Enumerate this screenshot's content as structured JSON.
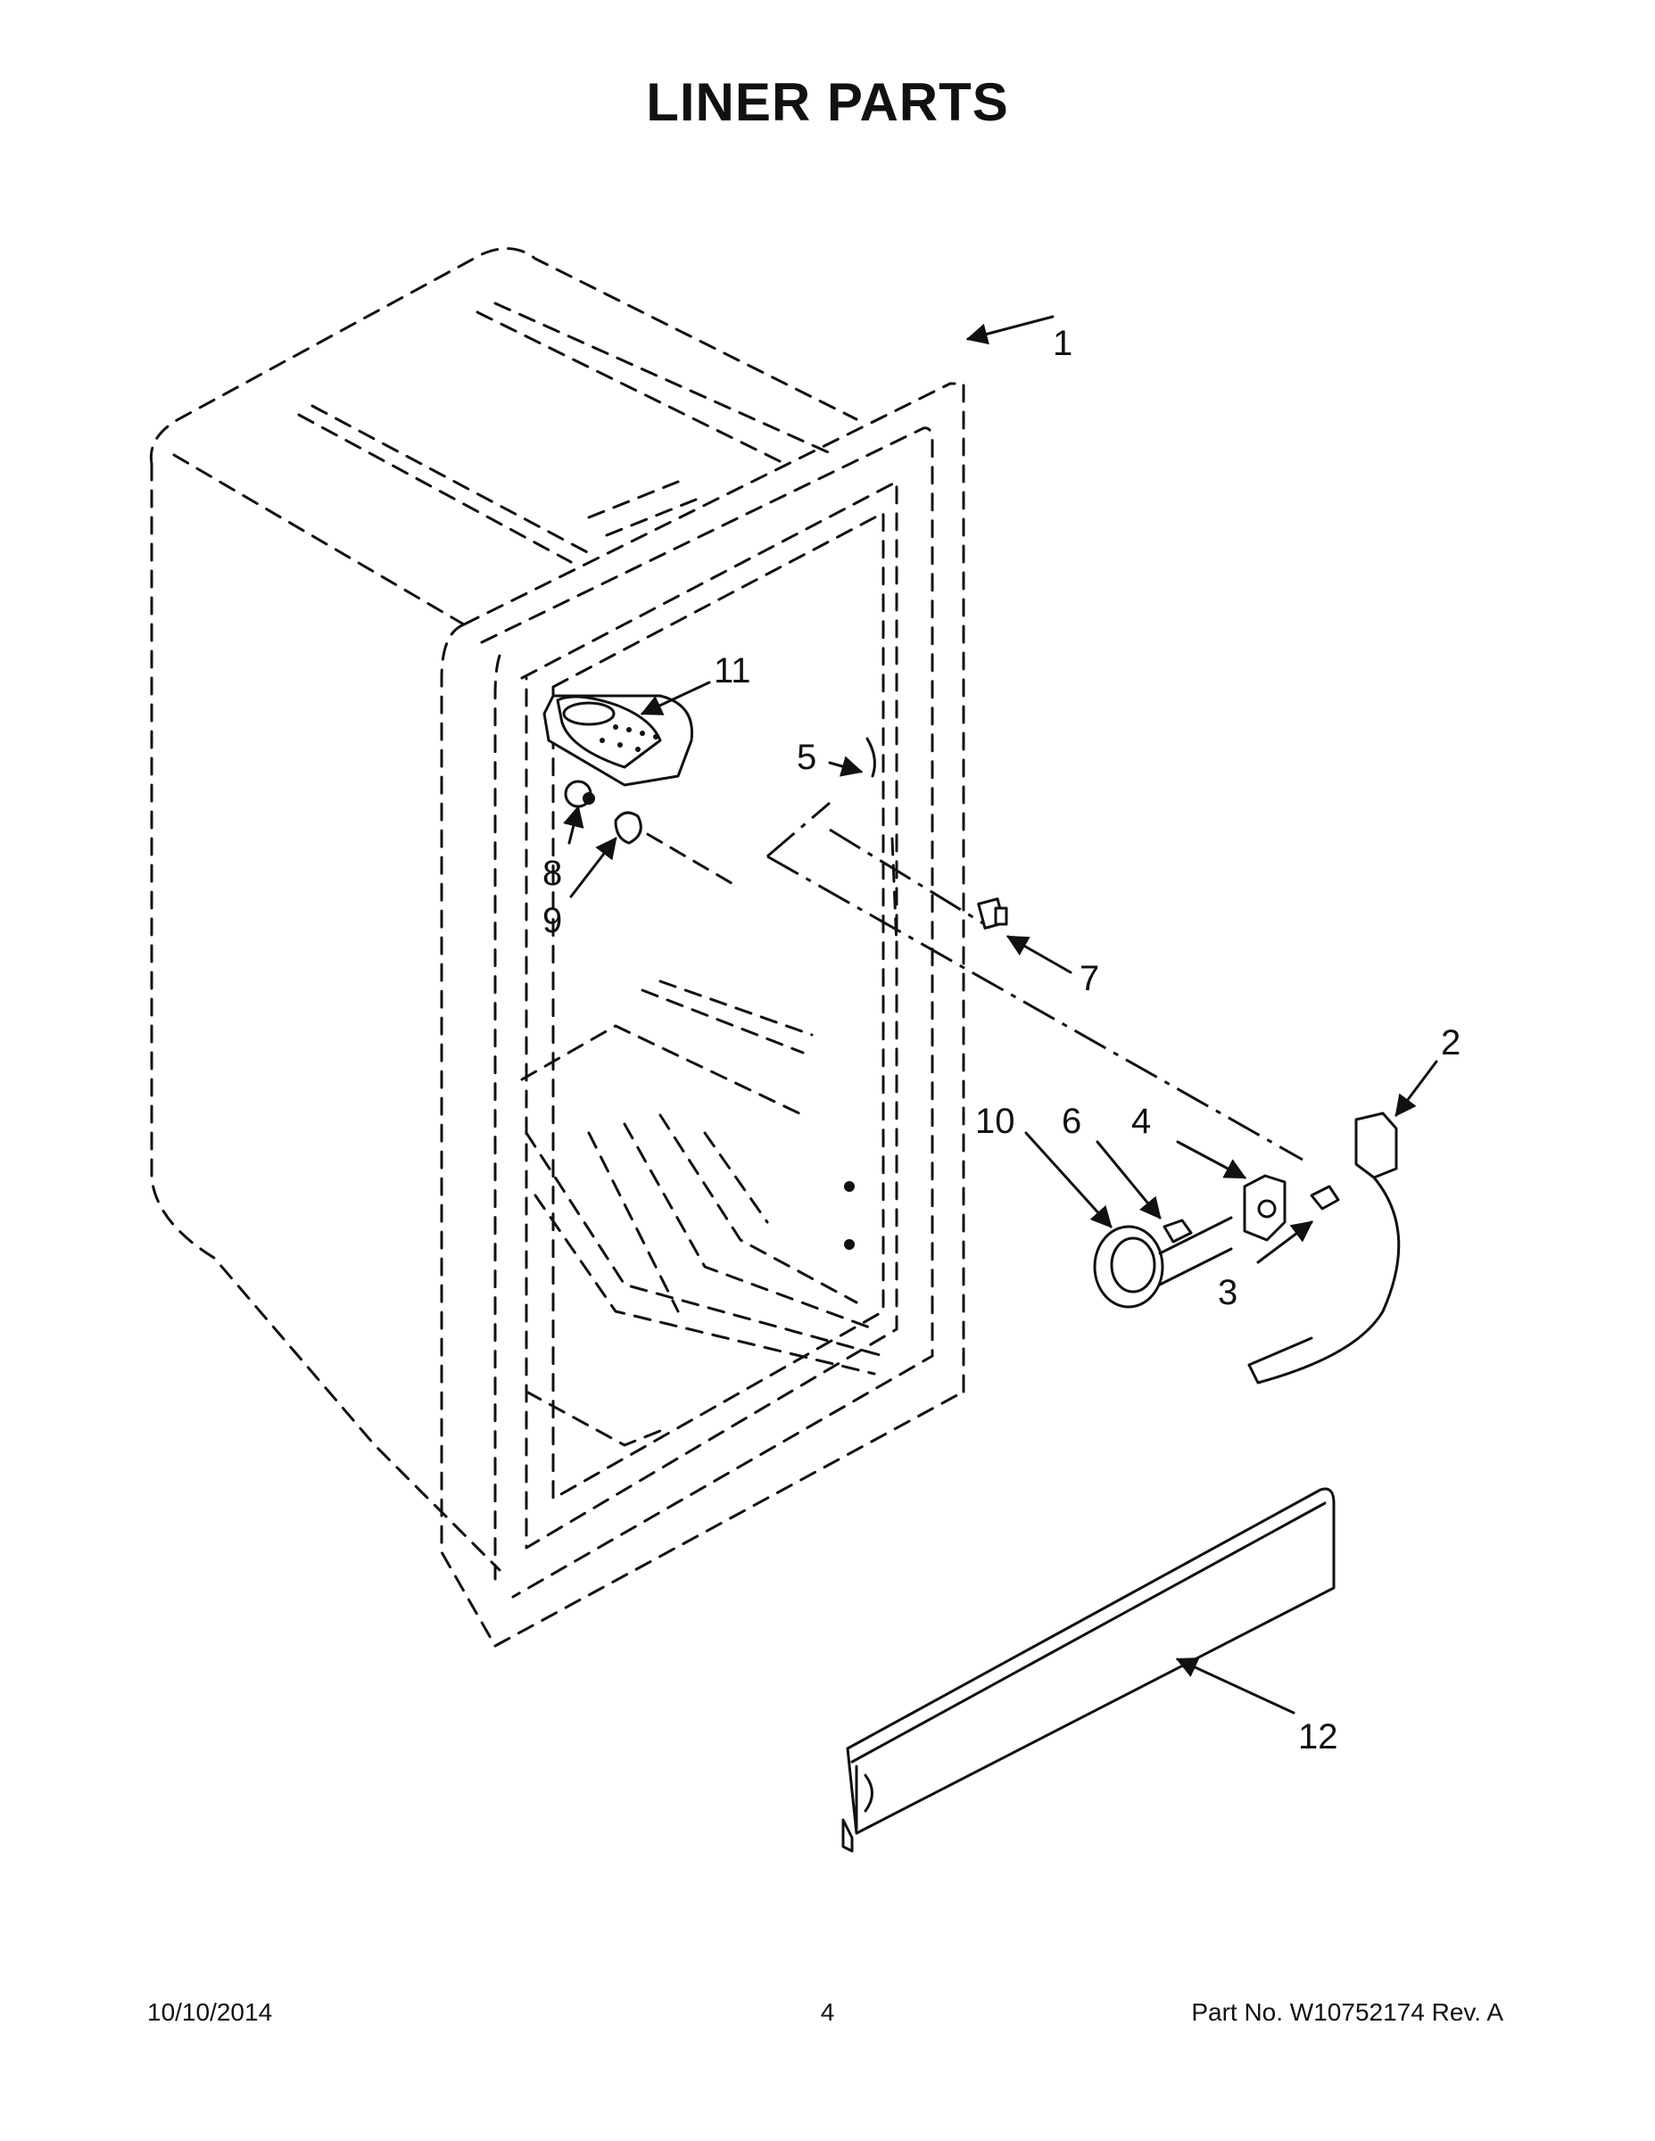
{
  "title": "LINER PARTS",
  "callouts": [
    {
      "id": "c1",
      "text": "1"
    },
    {
      "id": "c2",
      "text": "2"
    },
    {
      "id": "c3",
      "text": "3"
    },
    {
      "id": "c4",
      "text": "4"
    },
    {
      "id": "c5",
      "text": "5"
    },
    {
      "id": "c6",
      "text": "6"
    },
    {
      "id": "c7",
      "text": "7"
    },
    {
      "id": "c8",
      "text": "8"
    },
    {
      "id": "c9",
      "text": "9"
    },
    {
      "id": "c10",
      "text": "10"
    },
    {
      "id": "c11",
      "text": "11"
    },
    {
      "id": "c12",
      "text": "12"
    }
  ],
  "footer": {
    "date": "10/10/2014",
    "page": "4",
    "part_number": "Part No.  W10752174  Rev.  A"
  }
}
